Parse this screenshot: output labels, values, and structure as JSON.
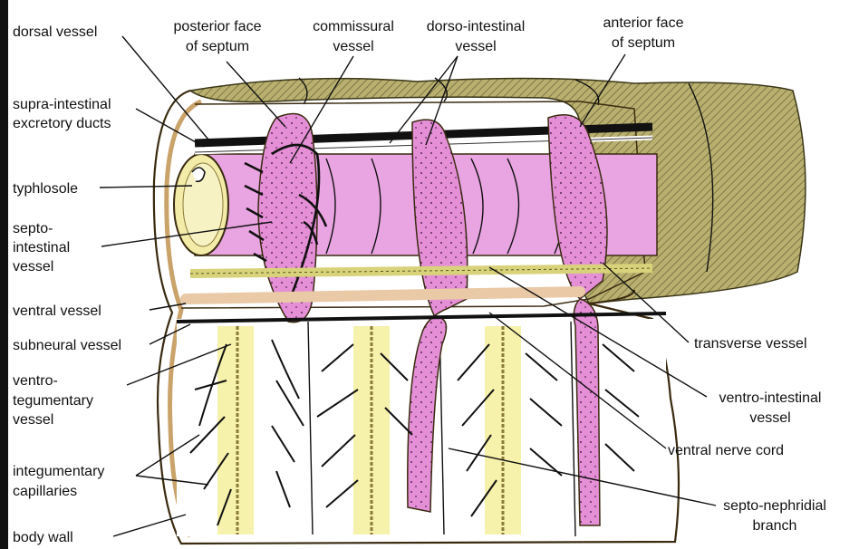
{
  "labels": {
    "dorsal_vessel": "dorsal vessel",
    "supra_intestinal_1": "supra-intestinal",
    "supra_intestinal_2": "excretory ducts",
    "typhlosole": "typhlosole",
    "septo_intestinal_1": "septo-",
    "septo_intestinal_2": "intestinal",
    "septo_intestinal_3": "vessel",
    "ventral_vessel": "ventral vessel",
    "subneural_vessel": "subneural vessel",
    "ventro_tegumentary_1": "ventro-",
    "ventro_tegumentary_2": "tegumentary",
    "ventro_tegumentary_3": "vessel",
    "integumentary_1": "integumentary",
    "integumentary_2": "capillaries",
    "body_wall": "body wall",
    "posterior_face_1": "posterior face",
    "posterior_face_2": "of septum",
    "commissural_1": "commissural",
    "commissural_2": "vessel",
    "dorso_intestinal_1": "dorso-intestinal",
    "dorso_intestinal_2": "vessel",
    "anterior_face_1": "anterior face",
    "anterior_face_2": "of septum",
    "transverse_vessel": "transverse vessel",
    "ventro_intestinal_1": "ventro-intestinal",
    "ventro_intestinal_2": "vessel",
    "ventral_nerve_cord": "ventral nerve cord",
    "septo_nephridial_1": "septo-nephridial",
    "septo_nephridial_2": "branch"
  },
  "colors": {
    "septum_pink": "#e48fd6",
    "intestine_pink": "#e9a4e2",
    "body_wall_tan": "#b7ad6a",
    "typhlosole_yellow": "#f3eca8",
    "capillary_yellow": "#f4ef9c",
    "vessel_black": "#111111"
  }
}
